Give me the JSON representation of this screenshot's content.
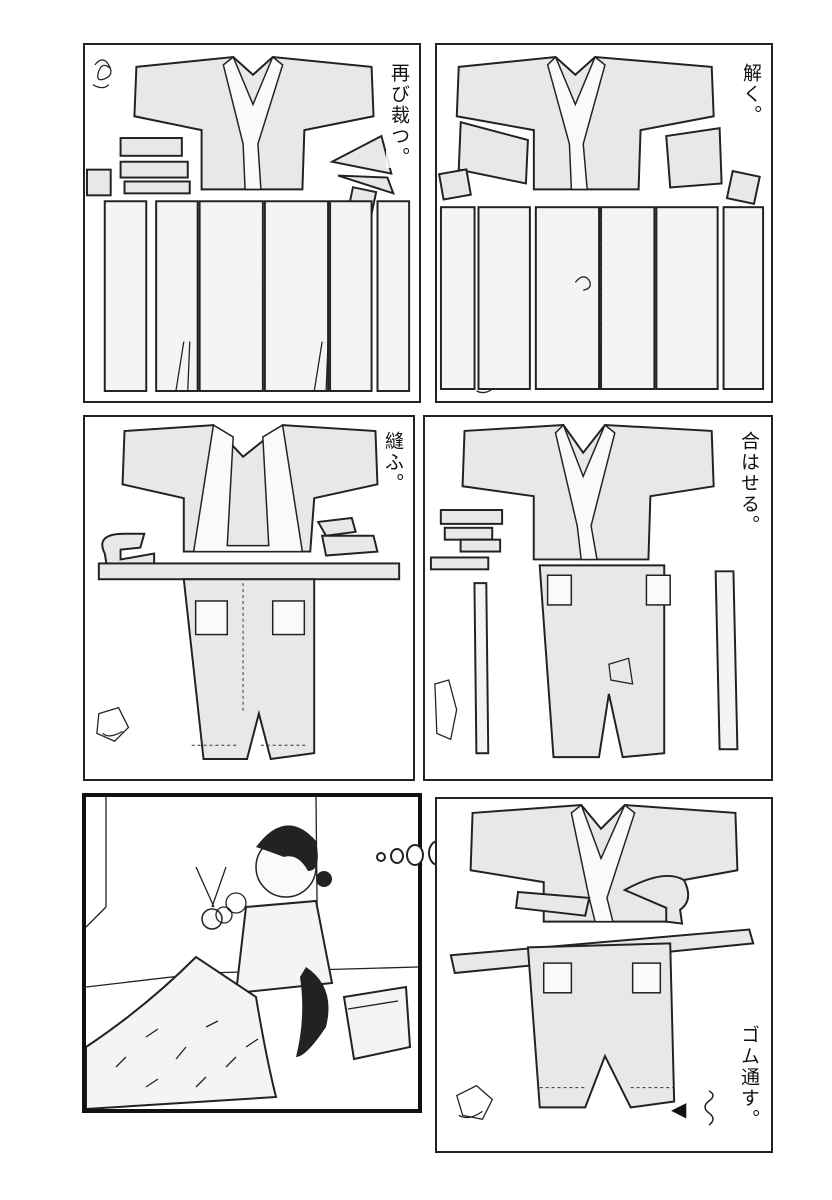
{
  "panels": {
    "p1": {
      "caption": "再び裁つ。"
    },
    "p2": {
      "caption": "解く。"
    },
    "p3": {
      "caption": "縫ふ。"
    },
    "p4": {
      "caption": "合はせる。"
    },
    "p6": {
      "caption": "ゴム通す。"
    }
  },
  "icons": {
    "scissors": "scissors-icon",
    "arrow": "arrow-left-icon",
    "elastic": "elastic-cord-icon"
  }
}
